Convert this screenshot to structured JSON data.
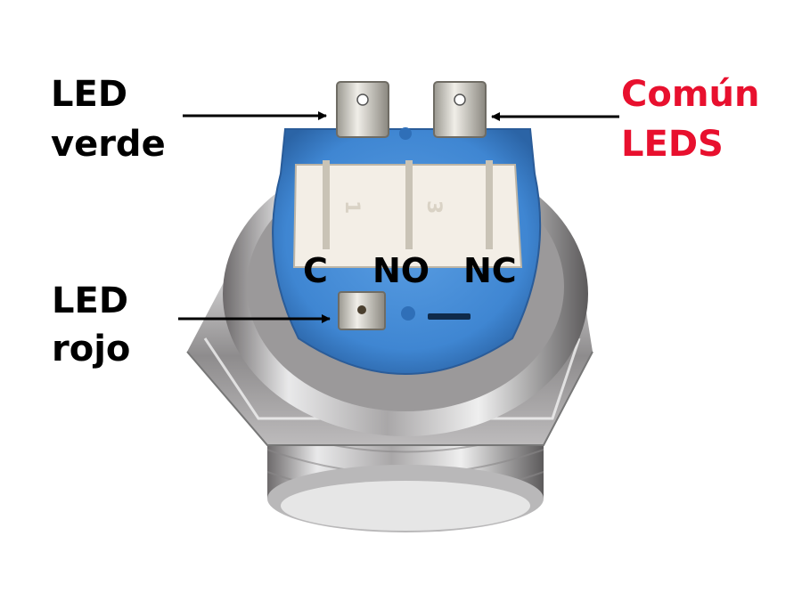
{
  "labels": {
    "led_verde": {
      "line1": "LED",
      "line2": "verde"
    },
    "comun_leds": {
      "line1": "Común",
      "line2": "LEDS"
    },
    "led_rojo": {
      "line1": "LED",
      "line2": "rojo"
    }
  },
  "pins": {
    "c": "C",
    "no": "NO",
    "nc": "NC"
  },
  "colors": {
    "label_text": "#000000",
    "highlight_text": "#e8102e",
    "switch_housing_blue": "#3f86d2",
    "metal_body": "#c9c9cc",
    "connector_white": "#f3eee6",
    "terminal_silver": "#dcdad5"
  }
}
